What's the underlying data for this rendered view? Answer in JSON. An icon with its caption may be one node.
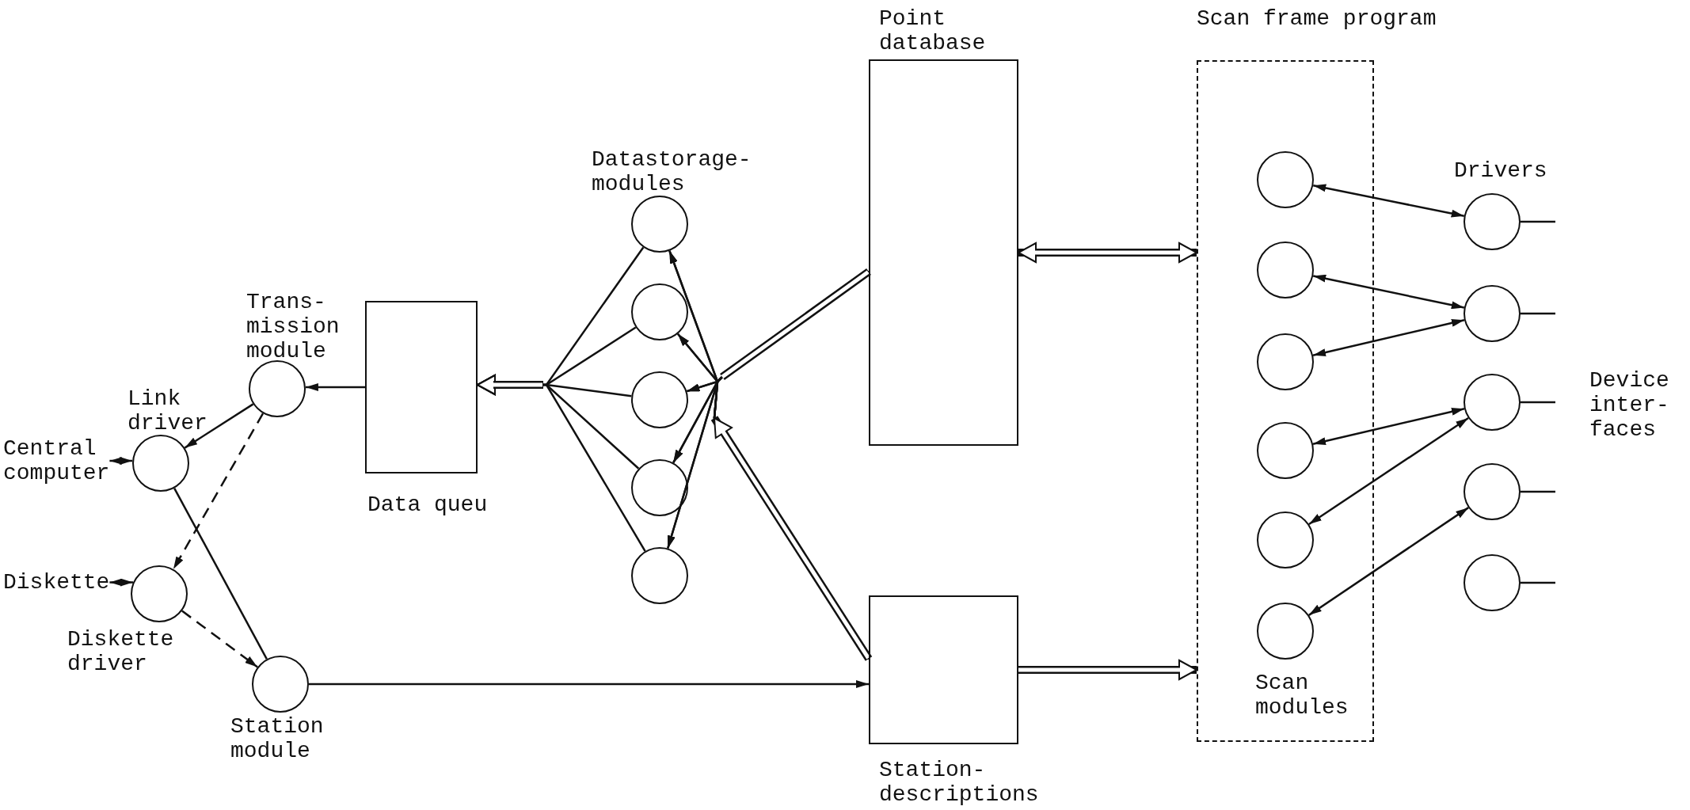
{
  "diagram": {
    "nodes": [
      {
        "text": [
          "Central computer"
        ]
      },
      {
        "text": [
          "Link driver"
        ]
      },
      {
        "text": [
          "Diskette"
        ]
      },
      {
        "text": [
          "Diskette driver"
        ]
      },
      {
        "text": [
          "Trans- mission module"
        ]
      },
      {
        "text": [
          "Station module"
        ]
      },
      {
        "text": [
          "Data queu"
        ]
      },
      {
        "text": [],
        "shape": "circle"
      },
      {
        "text": [],
        "shape": "circle"
      },
      {
        "text": [],
        "shape": "circle"
      },
      {
        "text": [],
        "shape": "circle"
      },
      {
        "text": [],
        "shape": "circle"
      },
      {
        "text": [
          "Point database"
        ]
      },
      {
        "text": [
          "Station- descriptions"
        ]
      },
      {
        "text": [
          "Scan frame program"
        ]
      },
      {
        "text": [],
        "shape": "circle",
        "in": 14
      },
      {
        "text": [],
        "shape": "circle",
        "in": 14
      },
      {
        "text": [],
        "shape": "circle",
        "in": 14
      },
      {
        "text": [],
        "shape": "circle",
        "in": 14
      },
      {
        "text": [],
        "shape": "circle",
        "in": 14
      },
      {
        "text": [],
        "shape": "circle",
        "in": 14
      },
      {
        "text": [],
        "shape": "circle"
      },
      {
        "text": [],
        "shape": "circle"
      },
      {
        "text": [],
        "shape": "circle"
      },
      {
        "text": [],
        "shape": "circle"
      },
      {
        "text": [],
        "shape": "circle"
      }
    ],
    "edges": [
      {
        "from": 0,
        "to": 1,
        "arrow": "both"
      },
      {
        "from": 2,
        "to": 3,
        "arrow": "both"
      },
      {
        "from": 6,
        "to": 4,
        "arrow": "to"
      },
      {
        "from": 4,
        "to": 1,
        "arrow": "to"
      },
      {
        "from": 4,
        "to": 3,
        "arrow": "to",
        "style": "dashed"
      },
      {
        "from": 1,
        "to": 5,
        "arrow": "none"
      },
      {
        "from": 3,
        "to": 5,
        "arrow": "to",
        "style": "dashed"
      },
      {
        "from": 5,
        "to": 13,
        "arrow": "to"
      },
      {
        "from": 7,
        "to": 6,
        "arrow": "to"
      },
      {
        "from": 8,
        "to": 6,
        "arrow": "to"
      },
      {
        "from": 9,
        "to": 6,
        "arrow": "to"
      },
      {
        "from": 10,
        "to": 6,
        "arrow": "to"
      },
      {
        "from": 11,
        "to": 6,
        "arrow": "to"
      },
      {
        "from": 12,
        "to": 7,
        "arrow": "to"
      },
      {
        "from": 12,
        "to": 8,
        "arrow": "to"
      },
      {
        "from": 12,
        "to": 9,
        "arrow": "to"
      },
      {
        "from": 12,
        "to": 10,
        "arrow": "to"
      },
      {
        "from": 12,
        "to": 11,
        "arrow": "to"
      },
      {
        "from": 13,
        "to": 7,
        "arrow": "to"
      },
      {
        "from": 13,
        "to": 8,
        "arrow": "to"
      },
      {
        "from": 13,
        "to": 9,
        "arrow": "to"
      },
      {
        "from": 13,
        "to": 10,
        "arrow": "to"
      },
      {
        "from": 13,
        "to": 11,
        "arrow": "to"
      },
      {
        "from": 12,
        "to": 14,
        "arrow": "both",
        "style": "thick"
      },
      {
        "from": 13,
        "to": 14,
        "arrow": "to",
        "style": "thick"
      },
      {
        "from": 15,
        "to": 21,
        "arrow": "both"
      },
      {
        "from": 16,
        "to": 22,
        "arrow": "both"
      },
      {
        "from": 17,
        "to": 22,
        "arrow": "both"
      },
      {
        "from": 18,
        "to": 23,
        "arrow": "both"
      },
      {
        "from": 19,
        "to": 23,
        "arrow": "both"
      },
      {
        "from": 20,
        "to": 24,
        "arrow": "both"
      },
      {
        "from": 21,
        "to": null,
        "arrow": "none"
      },
      {
        "from": 22,
        "to": null,
        "arrow": "none"
      },
      {
        "from": 23,
        "to": null,
        "arrow": "none"
      },
      {
        "from": 24,
        "to": null,
        "arrow": "none"
      },
      {
        "from": 25,
        "to": null,
        "arrow": "none"
      }
    ],
    "labels": [
      "Datastorage- modules",
      "Scan modules",
      "Drivers",
      "Device inter- faces"
    ]
  }
}
